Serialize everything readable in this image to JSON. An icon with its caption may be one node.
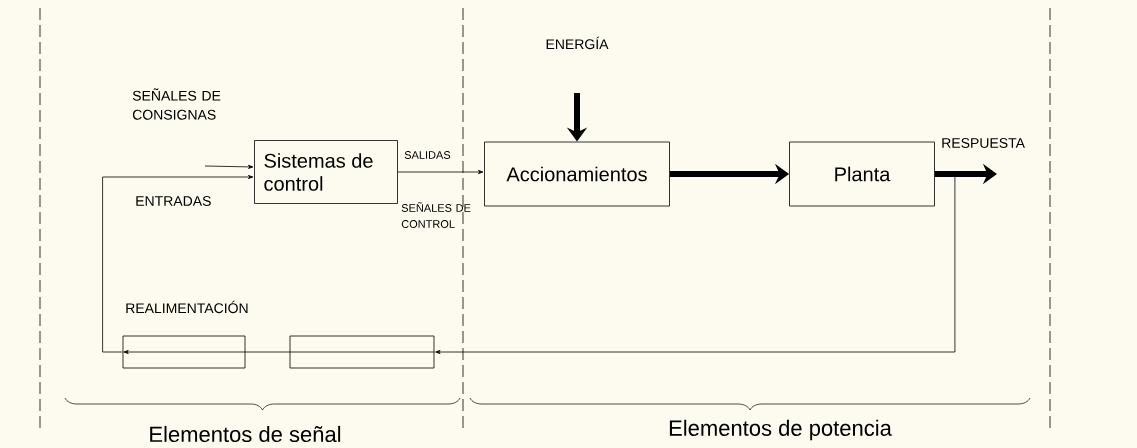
{
  "diagram": {
    "nodes": [
      {
        "text": [
          "Sistemas de control"
        ]
      },
      {
        "text": [
          "Accionamientos"
        ]
      },
      {
        "text": [
          "Planta"
        ]
      },
      {
        "text": [],
        "shape": "box"
      },
      {
        "text": [],
        "shape": "box"
      }
    ],
    "edges": [
      {
        "from": null,
        "to": 0,
        "arrow": "to"
      },
      {
        "from": 3,
        "to": 0,
        "arrow": "to"
      },
      {
        "from": 0,
        "to": 1,
        "arrow": "to"
      },
      {
        "from": null,
        "to": 1,
        "arrow": "to",
        "style": "thick"
      },
      {
        "from": 1,
        "to": 2,
        "arrow": "to",
        "style": "thick"
      },
      {
        "from": 2,
        "to": null,
        "arrow": "to",
        "style": "thick"
      },
      {
        "from": 2,
        "to": 4,
        "arrow": "to"
      },
      {
        "from": 4,
        "to": 3,
        "arrow": "to"
      }
    ],
    "labels": [
      "ENERGÍA",
      "SEÑALES DE CONSIGNAS",
      "RESPUESTA",
      "SALIDAS",
      "ENTRADAS",
      "SEÑALES DE CONTROL",
      "REALIMENTACIÓN",
      "Elementos de señal",
      "Elementos de potencia"
    ]
  }
}
